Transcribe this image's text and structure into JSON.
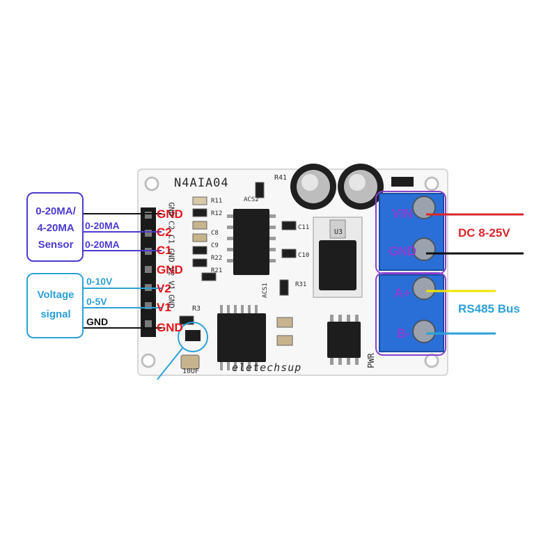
{
  "board": {
    "model": "N4AIA04",
    "brand": "eletechsup",
    "pwr_label": "PWR",
    "cap_label": "10UF",
    "r3_label": "R3",
    "r41_label": "R41",
    "u3_label": "U3",
    "c8": "C8",
    "c9": "C9",
    "c10": "C10",
    "c11": "C11",
    "r11": "R11",
    "r12": "R12",
    "r21": "R21",
    "r22": "R22",
    "r31": "R31",
    "acs1": "ACS1",
    "acs2": "ACS2",
    "silk_vert": "GND C2 C1 GND V2 V1 GND"
  },
  "left_pins": [
    "GND",
    "C2",
    "C1",
    "GND",
    "V2",
    "V1",
    "GND"
  ],
  "terminals": [
    "VIN",
    "GND",
    "A+",
    "B-"
  ],
  "callouts": {
    "current": {
      "title": "0-20MA/\n4-20MA\nSensor",
      "wire1": "0-20MA",
      "wire2": "0-20MA",
      "color": "#4a3bd0"
    },
    "voltage": {
      "title": "Voltage\nsignal",
      "wire1": "0-10V",
      "wire2": "0-5V",
      "color": "#2aa0d8"
    },
    "gnd_wire": "GND",
    "power": {
      "label": "DC 8-25V",
      "color": "#d9262b"
    },
    "bus": {
      "label": "RS485 Bus",
      "color": "#2aa0d8"
    }
  },
  "colors": {
    "pcb": "#f7f7f7",
    "terminal_blue": "#2a6fd8",
    "chip": "#1d1d1d",
    "red_wire": "#d9262b",
    "yellow_wire": "#f2e500",
    "black_wire": "#111111",
    "purple": "#8a3fd0"
  }
}
